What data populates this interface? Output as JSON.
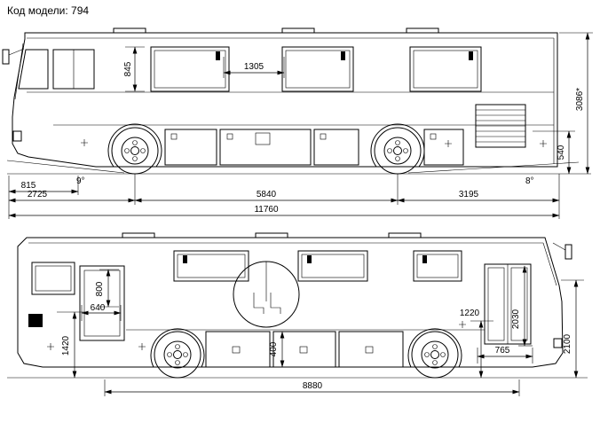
{
  "title": "Код модели: 794",
  "top_view": {
    "window_height": "845",
    "window_pitch": "1305",
    "overall_height": "3086*",
    "skirt_height": "540",
    "approach_angle": "9°",
    "front_section": "815",
    "front_overhang": "2725",
    "wheelbase": "5840",
    "rear_overhang": "3195",
    "departure_angle": "8°",
    "overall_length": "11760"
  },
  "bottom_view": {
    "rear_door_opening_height": "800",
    "rear_door_width": "640",
    "floor_height": "1420",
    "step_height": "1220",
    "front_door_height": "2030",
    "front_door_width": "765",
    "overall_rear_height": "2100",
    "hatch_height": "400",
    "body_span": "8880"
  }
}
